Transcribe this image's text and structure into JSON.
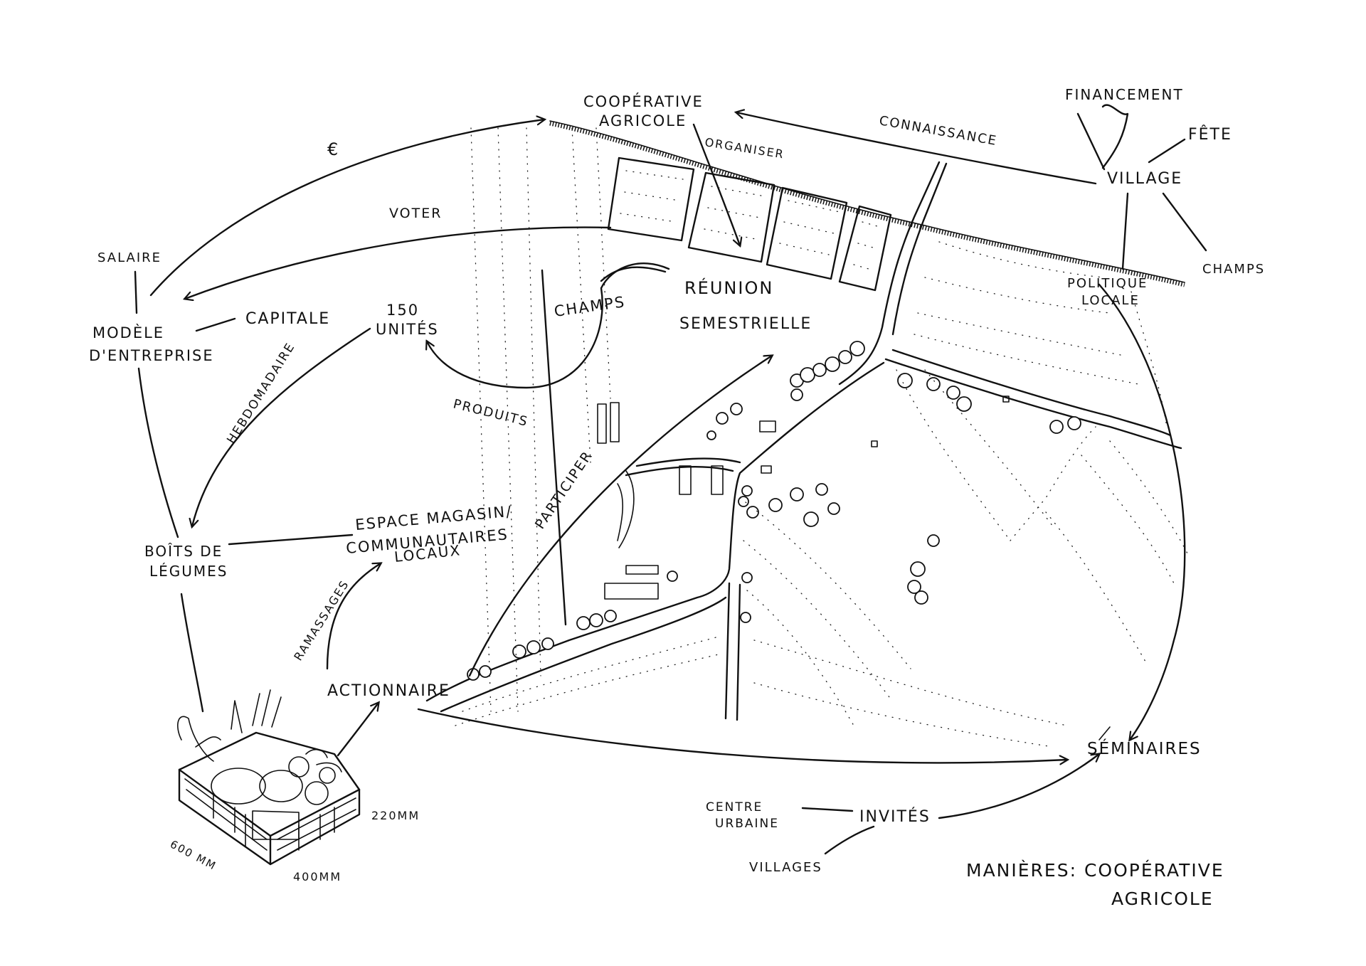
{
  "labels": {
    "cooperative_line1": "COOPÉRATIVE",
    "cooperative_line2": "AGRICOLE",
    "financement": "FINANCEMENT",
    "fete": "FÊTE",
    "connaissance": "CONNAISSANCE",
    "organiser": "ORGANISER",
    "village": "VILLAGE",
    "euro": "€",
    "voter": "VOTER",
    "salaire": "SALAIRE",
    "champs_right": "CHAMPS",
    "politique_line1": "POLITIQUE",
    "politique_line2": "LOCALE",
    "reunion_line1": "RÉUNION",
    "reunion_line2": "SEMESTRIELLE",
    "champs_center": "CHAMPS",
    "unites_line1": "150",
    "unites_line2": "UNITÉS",
    "capitale": "CAPITALE",
    "modele_line1": "MODÈLE",
    "modele_line2": "D'ENTREPRISE",
    "hebdomadaire": "HEBDOMADAIRE",
    "produits": "PRODUITS",
    "participer": "PARTICIPER",
    "espace_line1": "ESPACE MAGASIN/",
    "espace_line2": "COMMUNAUTAIRES",
    "espace_line3": "LOCAUX",
    "boites_line1": "BOÎTS DE",
    "boites_line2": "LÉGUMES",
    "ramassages": "RAMASSAGES",
    "actionnaire": "ACTIONNAIRE",
    "seminaires": "SÉMINAIRES",
    "centre_line1": "CENTRE",
    "centre_line2": "URBAINE",
    "invites": "INVITÉS",
    "villages": "VILLAGES",
    "dim_220": "220MM",
    "dim_600": "600 MM",
    "dim_400": "400MM",
    "title_line1": "MANIÈRES: COOPÉRATIVE",
    "title_line2": "AGRICOLE"
  },
  "colors": {
    "ink": "#111111",
    "paper": "#ffffff"
  }
}
